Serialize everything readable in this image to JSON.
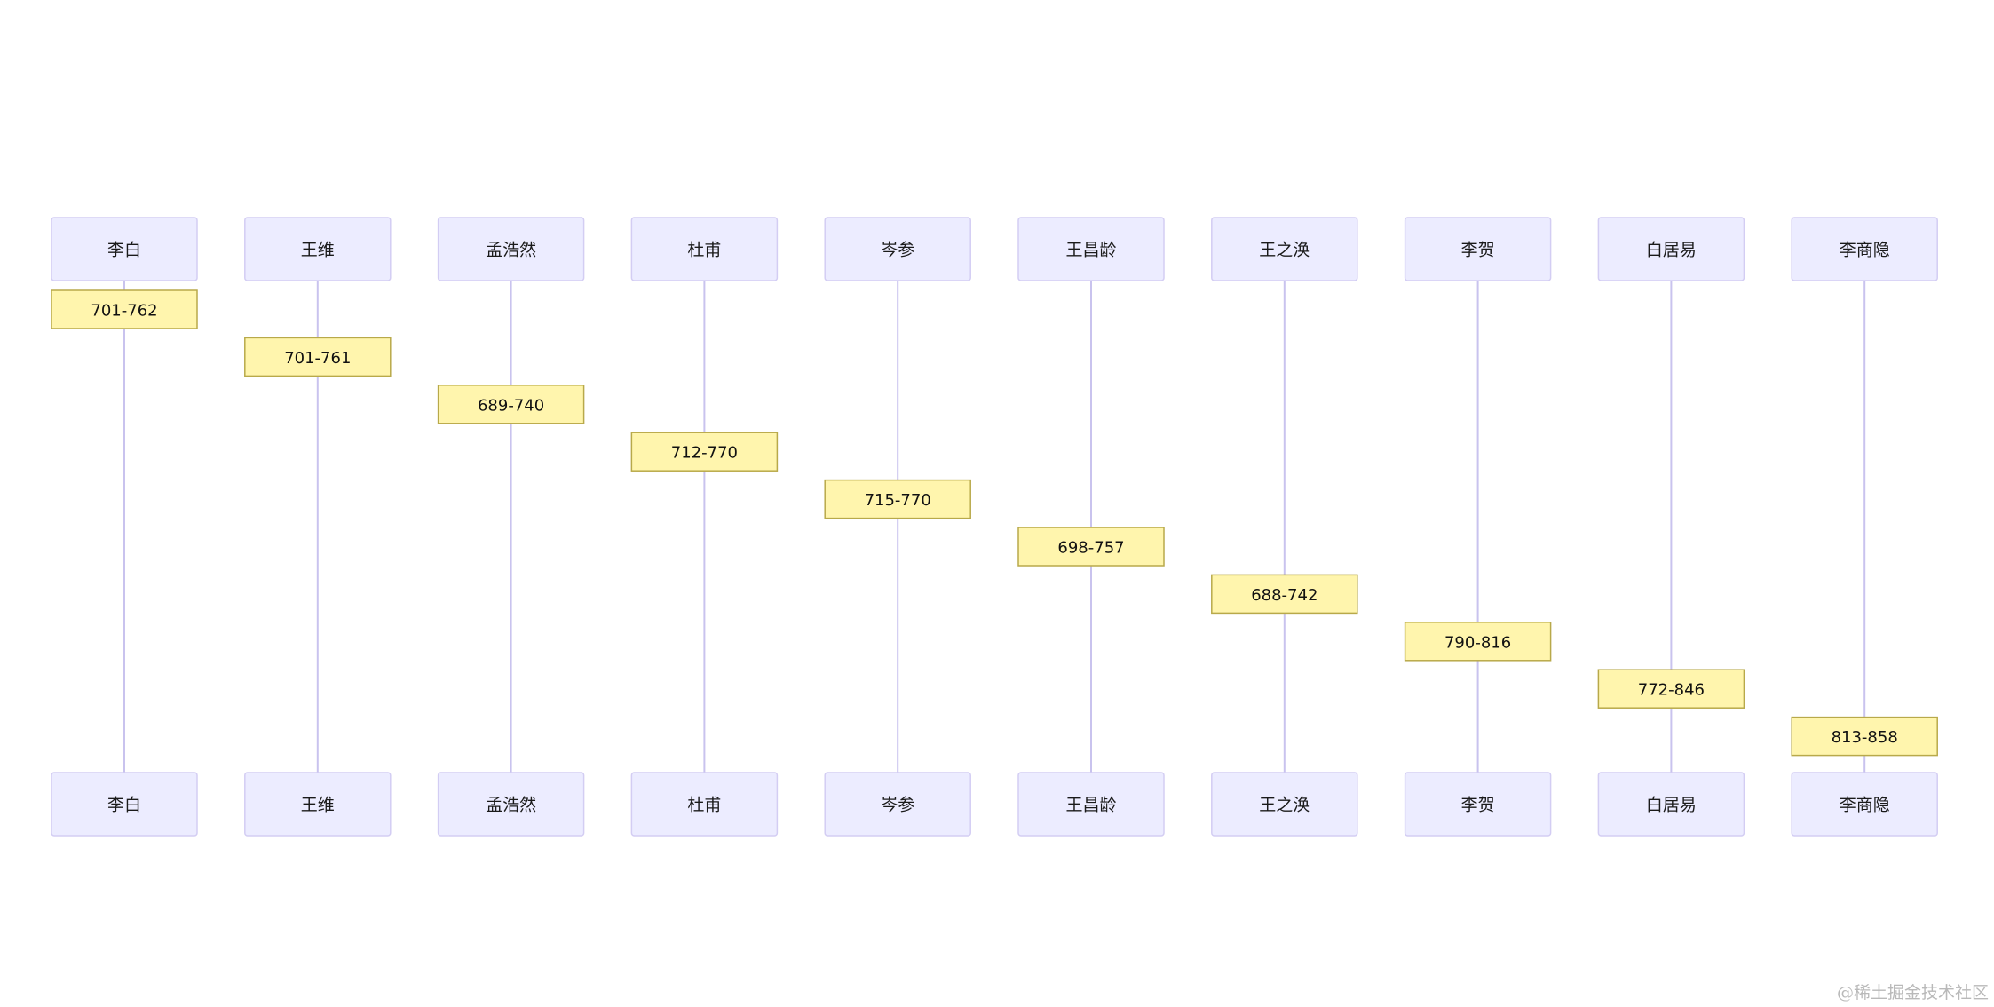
{
  "participants": [
    "李白",
    "王维",
    "孟浩然",
    "杜甫",
    "岑参",
    "王昌龄",
    "王之涣",
    "李贺",
    "白居易",
    "李商隐"
  ],
  "notes": [
    {
      "participant": "李白",
      "text": "701-762"
    },
    {
      "participant": "王维",
      "text": "701-761"
    },
    {
      "participant": "孟浩然",
      "text": "689-740"
    },
    {
      "participant": "杜甫",
      "text": "712-770"
    },
    {
      "participant": "岑参",
      "text": "715-770"
    },
    {
      "participant": "王昌龄",
      "text": "698-757"
    },
    {
      "participant": "王之涣",
      "text": "688-742"
    },
    {
      "participant": "李贺",
      "text": "790-816"
    },
    {
      "participant": "白居易",
      "text": "772-846"
    },
    {
      "participant": "李商隐",
      "text": "813-858"
    }
  ],
  "watermark": "@稀土掘金技术社区"
}
